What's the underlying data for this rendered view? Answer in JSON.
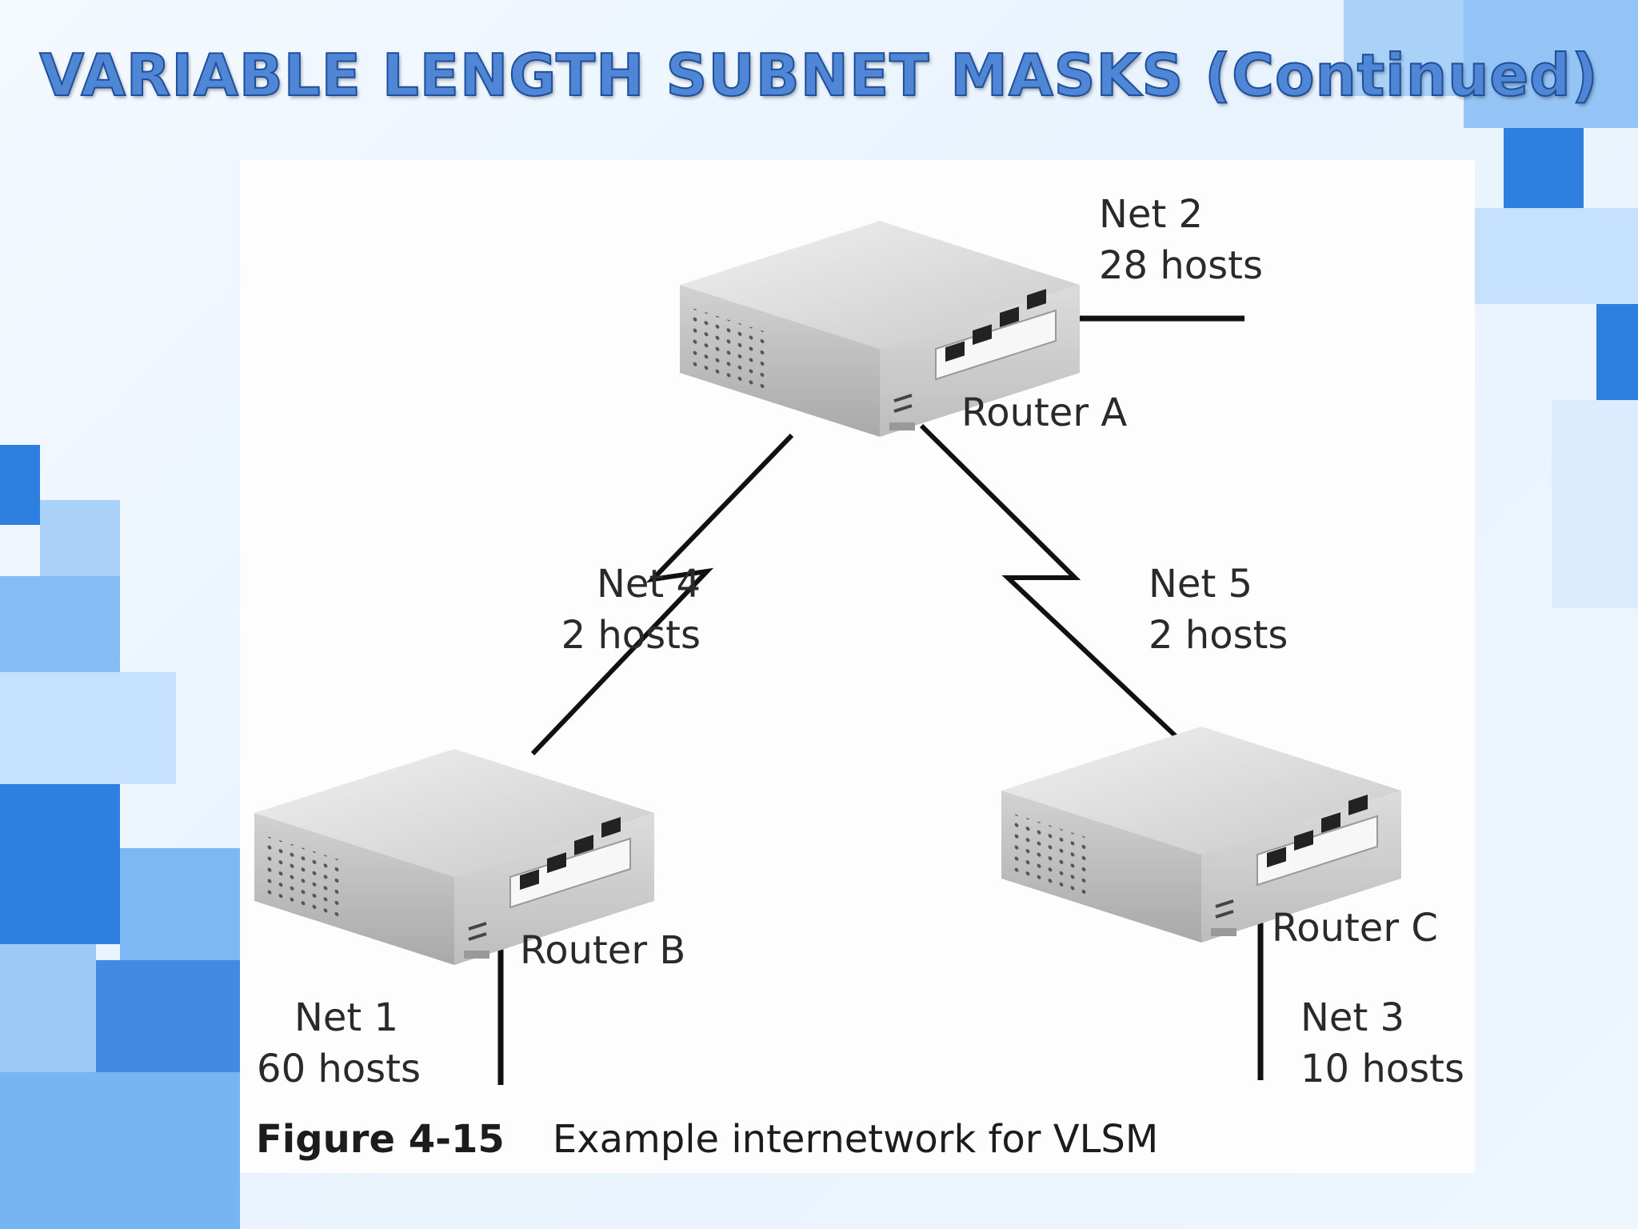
{
  "slide": {
    "title": "VARIABLE LENGTH SUBNET MASKS (Continued)"
  },
  "diagram": {
    "routers": [
      {
        "id": "A",
        "label": "Router A"
      },
      {
        "id": "B",
        "label": "Router B"
      },
      {
        "id": "C",
        "label": "Router C"
      }
    ],
    "networks": [
      {
        "name": "Net 1",
        "hosts": "60 hosts"
      },
      {
        "name": "Net 2",
        "hosts": "28 hosts"
      },
      {
        "name": "Net 3",
        "hosts": "10 hosts"
      },
      {
        "name": "Net 4",
        "hosts": "2 hosts"
      },
      {
        "name": "Net 5",
        "hosts": "2 hosts"
      }
    ],
    "links": [
      {
        "from": "A",
        "to": "B",
        "type": "serial",
        "network": "Net 4"
      },
      {
        "from": "A",
        "to": "C",
        "type": "serial",
        "network": "Net 5"
      }
    ]
  },
  "caption": {
    "figure_number": "Figure 4-15",
    "text": "Example internetwork for VLSM"
  },
  "colors": {
    "title_fill": "#4f86d6",
    "title_stroke": "#1f4f9a",
    "accent_blue": "#2f7fe0"
  }
}
